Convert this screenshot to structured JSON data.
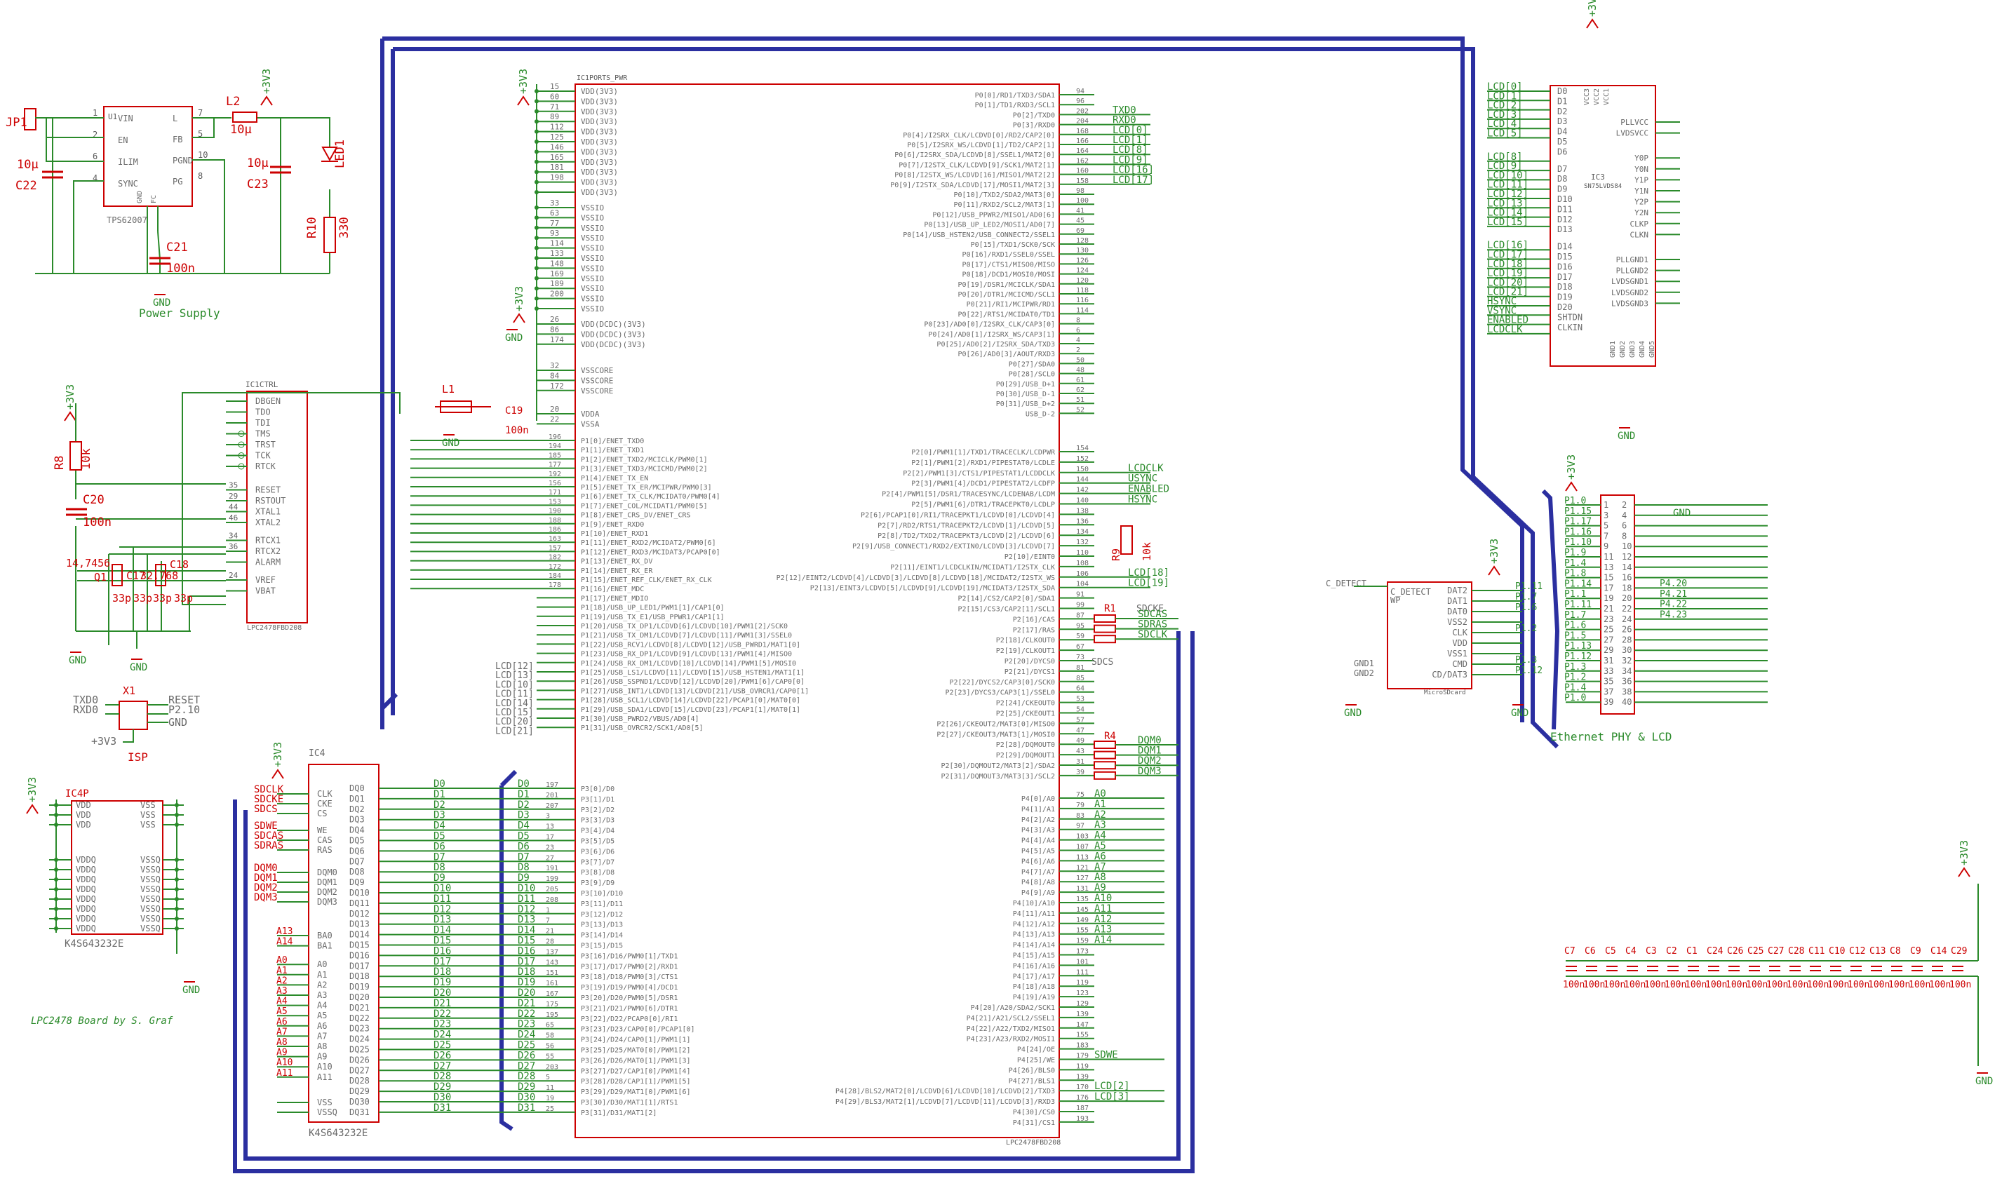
{
  "sections": {
    "power_supply": "Power Supply",
    "isp": "ISP",
    "ethernet_lcd": "Ethernet PHY & LCD",
    "board_credit": "LPC2478 Board by S. Graf"
  },
  "supply_labels": [
    "+3V3",
    "+3V3",
    "+3V3",
    "+3V3",
    "+3V3",
    "+3V3",
    "+3V3",
    "+3V3",
    "+3V3"
  ],
  "gnd_label": "GND",
  "power": {
    "ic": "TPS62007",
    "ic_ref": "U1",
    "pins_left": [
      "VIN",
      "EN",
      "ILIM",
      "SYNC"
    ],
    "pins_right": [
      "L",
      "FB",
      "PGND",
      "PG"
    ],
    "pins_bottom": [
      "GND",
      "FC"
    ],
    "pin_nums_left": [
      "1",
      "2",
      "6",
      "4"
    ],
    "pin_nums_right": [
      "7",
      "5",
      "10",
      "8"
    ],
    "jp": "JP1",
    "c22": "C22",
    "c22v": "10µ",
    "c21": "C21",
    "c21v": "100n",
    "l2": "L2",
    "l2v": "10µ",
    "c23": "C23",
    "c23v": "10µ",
    "led": "LED1",
    "r10": "R10",
    "r10v": "330"
  },
  "rtc": {
    "ic": "IC1CTRL",
    "pins": [
      "DBGEN",
      "TDO",
      "TDI",
      "TMS",
      "TRST",
      "TCK",
      "RTCK",
      "RESET",
      "RSTOUT",
      "XTAL1",
      "XTAL2",
      "RTCX1",
      "RTCX2",
      "ALARM",
      "VREF",
      "VBAT"
    ],
    "pin_nums": [
      "",
      "",
      "",
      "",
      "",
      "",
      "",
      "35",
      "29",
      "44",
      "46",
      "34",
      "36",
      "",
      "24",
      ""
    ],
    "chip_id": "LPC2478FBD208",
    "r8": "R8",
    "r8v": "10k",
    "c20": "C20",
    "c20v": "100n",
    "crystal": "14,7456",
    "q": "Q1",
    "c_labels": [
      "33p",
      "33p",
      "33p",
      "33p"
    ],
    "crystal2": "32,768",
    "c_refs": [
      "C17",
      "C18"
    ]
  },
  "isp_header": {
    "ref": "X1",
    "left": [
      "TXD0",
      "RXD0",
      "+3V3"
    ],
    "right": [
      "RESET",
      "P2.10",
      "GND"
    ]
  },
  "ic4p": {
    "ref": "IC4P",
    "left": [
      "VDD",
      "VDD",
      "VDD",
      "VDDQ",
      "VDDQ",
      "VDDQ",
      "VDDQ",
      "VDDQ",
      "VDDQ",
      "VDDQ",
      "VDDQ"
    ],
    "right": [
      "VSS",
      "VSS",
      "VSS",
      "VSSQ",
      "VSSQ",
      "VSSQ",
      "VSSQ",
      "VSSQ",
      "VSSQ",
      "VSSQ",
      "VSSQ"
    ],
    "part": "K4S643232E"
  },
  "sdram": {
    "ref": "IC4",
    "part": "K4S643232E",
    "ctrl_nets": [
      "SDCLK",
      "SDCKE",
      "SDCS",
      "SDWE",
      "SDCAS",
      "SDRAS",
      "DQM0",
      "DQM1",
      "DQM2",
      "DQM3"
    ],
    "ctrl_pins": [
      "CLK",
      "CKE",
      "CS",
      "WE",
      "CAS",
      "RAS",
      "DQM0",
      "DQM1",
      "DQM2",
      "DQM3"
    ],
    "addr_pins": [
      "BA0",
      "BA1",
      "A0",
      "A1",
      "A2",
      "A3",
      "A4",
      "A5",
      "A6",
      "A7",
      "A8",
      "A9",
      "A10",
      "A11"
    ],
    "addr_nets": [
      "A13",
      "A14",
      "A0",
      "A1",
      "A2",
      "A3",
      "A4",
      "A5",
      "A6",
      "A7",
      "A8",
      "A9",
      "A10",
      "A11"
    ],
    "vss": [
      "VSS",
      "VSSQ"
    ]
  },
  "mcu_pwr": {
    "title": "IC1PORTS_PWR",
    "vdd": [
      "VDD(3V3)",
      "VDD(3V3)",
      "VDD(3V3)",
      "VDD(3V3)",
      "VDD(3V3)",
      "VDD(3V3)",
      "VDD(3V3)",
      "VDD(3V3)",
      "VDD(3V3)",
      "VDD(3V3)",
      "VDD(3V3)"
    ],
    "vdd_pins": [
      "15",
      "60",
      "71",
      "89",
      "112",
      "125",
      "146",
      "165",
      "181",
      "198",
      ""
    ],
    "vssio": [
      "VSSIO",
      "VSSIO",
      "VSSIO",
      "VSSIO",
      "VSSIO",
      "VSSIO",
      "VSSIO",
      "VSSIO",
      "VSSIO",
      "VSSIO",
      "VSSIO"
    ],
    "vssio_pins": [
      "33",
      "63",
      "77",
      "93",
      "114",
      "133",
      "148",
      "169",
      "189",
      "200",
      ""
    ],
    "vddc": [
      "VDD(DCDC)(3V3)",
      "VDD(DCDC)(3V3)",
      "VDD(DCDC)(3V3)"
    ],
    "vddc_pins": [
      "26",
      "86",
      "174"
    ],
    "vsscore": [
      "VSSCORE",
      "VSSCORE",
      "VSSCORE"
    ],
    "vsscore_pins": [
      "32",
      "84",
      "172"
    ],
    "vdda": [
      "VDDA",
      "VSSA"
    ],
    "vdda_pins": [
      "20",
      "22"
    ],
    "l1": "L1",
    "c19": "C19",
    "c19v": "100n"
  },
  "mcu_p1": [
    "P1[0]/ENET_TXD0",
    "P1[1]/ENET_TXD1",
    "P1[2]/ENET_TXD2/MCICLK/PWM0[1]",
    "P1[3]/ENET_TXD3/MCICMD/PWM0[2]",
    "P1[4]/ENET_TX_EN",
    "P1[5]/ENET_TX_ER/MCIPWR/PWM0[3]",
    "P1[6]/ENET_TX_CLK/MCIDAT0/PWM0[4]",
    "P1[7]/ENET_COL/MCIDAT1/PWM0[5]",
    "P1[8]/ENET_CRS_DV/ENET_CRS",
    "P1[9]/ENET_RXD0",
    "P1[10]/ENET_RXD1",
    "P1[11]/ENET_RXD2/MCIDAT2/PWM0[6]",
    "P1[12]/ENET_RXD3/MCIDAT3/PCAP0[0]",
    "P1[13]/ENET_RX_DV",
    "P1[14]/ENET_RX_ER",
    "P1[15]/ENET_REF_CLK/ENET_RX_CLK",
    "P1[16]/ENET_MDC",
    "P1[17]/ENET_MDIO",
    "P1[18]/USB_UP_LED1/PWM1[1]/CAP1[0]",
    "P1[19]/USB_TX_E1/USB_PPWR1/CAP1[1]",
    "P1[20]/USB_TX_DP1/LCDVD[6]/LCDVD[10]/PWM1[2]/SCK0",
    "P1[21]/USB_TX_DM1/LCDVD[7]/LCDVD[11]/PWM1[3]/SSEL0",
    "P1[22]/USB_RCV1/LCDVD[8]/LCDVD[12]/USB_PWRD1/MAT1[0]",
    "P1[23]/USB_RX_DP1/LCDVD[9]/LCDVD[13]/PWM1[4]/MISO0",
    "P1[24]/USB_RX_DM1/LCDVD[10]/LCDVD[14]/PWM1[5]/MOSI0",
    "P1[25]/USB_LS1/LCDVD[11]/LCDVD[15]/USB_HSTEN1/MAT1[1]",
    "P1[26]/USB_SSPND1/LCDVD[12]/LCDVD[20]/PWM1[6]/CAP0[0]",
    "P1[27]/USB_INT1/LCDVD[13]/LCDVD[21]/USB_OVRCR1/CAP0[1]",
    "P1[28]/USB_SCL1/LCDVD[14]/LCDVD[22]/PCAP1[0]/MAT0[0]",
    "P1[29]/USB_SDA1/LCDVD[15]/LCDVD[23]/PCAP1[1]/MAT0[1]",
    "P1[30]/USB_PWRD2/VBUS/AD0[4]",
    "P1[31]/USB_OVRCR2/SCK1/AD0[5]"
  ],
  "mcu_p1_pins": [
    "196",
    "194",
    "185",
    "177",
    "192",
    "156",
    "171",
    "153",
    "190",
    "188",
    "186",
    "163",
    "157",
    "182",
    "172",
    "184",
    "178",
    "",
    "",
    "",
    "",
    "",
    "",
    "",
    "",
    "",
    "",
    "",
    "",
    "",
    "",
    ""
  ],
  "mcu_p1_nets": [
    "LCD[12]",
    "LCD[13]",
    "LCD[10]",
    "LCD[11]",
    "LCD[14]",
    "LCD[15]",
    "LCD[20]",
    "LCD[21]"
  ],
  "mcu_p3": [
    "P3[0]/D0",
    "P3[1]/D1",
    "P3[2]/D2",
    "P3[3]/D3",
    "P3[4]/D4",
    "P3[5]/D5",
    "P3[6]/D6",
    "P3[7]/D7",
    "P3[8]/D8",
    "P3[9]/D9",
    "P3[10]/D10",
    "P3[11]/D11",
    "P3[12]/D12",
    "P3[13]/D13",
    "P3[14]/D14",
    "P3[15]/D15",
    "P3[16]/D16/PWM0[1]/TXD1",
    "P3[17]/D17/PWM0[2]/RXD1",
    "P3[18]/D18/PWM0[3]/CTS1",
    "P3[19]/D19/PWM0[4]/DCD1",
    "P3[20]/D20/PWM0[5]/DSR1",
    "P3[21]/D21/PWM0[6]/DTR1",
    "P3[22]/D22/PCAP0[0]/RI1",
    "P3[23]/D23/CAP0[0]/PCAP1[0]",
    "P3[24]/D24/CAP0[1]/PWM1[1]",
    "P3[25]/D25/MAT0[0]/PWM1[2]",
    "P3[26]/D26/MAT0[1]/PWM1[3]",
    "P3[27]/D27/CAP1[0]/PWM1[4]",
    "P3[28]/D28/CAP1[1]/PWM1[5]",
    "P3[29]/D29/MAT1[0]/PWM1[6]",
    "P3[30]/D30/MAT1[1]/RTS1",
    "P3[31]/D31/MAT1[2]"
  ],
  "mcu_p3_pins": [
    "197",
    "201",
    "207",
    "3",
    "13",
    "17",
    "23",
    "27",
    "191",
    "199",
    "205",
    "208",
    "1",
    "7",
    "21",
    "28",
    "137",
    "143",
    "151",
    "161",
    "167",
    "175",
    "195",
    "65",
    "58",
    "56",
    "55",
    "203",
    "5",
    "11",
    "19",
    "25"
  ],
  "data_nets": [
    "D0",
    "D1",
    "D2",
    "D3",
    "D4",
    "D5",
    "D6",
    "D7",
    "D8",
    "D9",
    "D10",
    "D11",
    "D12",
    "D13",
    "D14",
    "D15",
    "D16",
    "D17",
    "D18",
    "D19",
    "D20",
    "D21",
    "D22",
    "D23",
    "D24",
    "D25",
    "D26",
    "D27",
    "D28",
    "D29",
    "D30",
    "D31"
  ],
  "sdram_dq": [
    "DQ0",
    "DQ1",
    "DQ2",
    "DQ3",
    "DQ4",
    "DQ5",
    "DQ6",
    "DQ7",
    "DQ8",
    "DQ9",
    "DQ10",
    "DQ11",
    "DQ12",
    "DQ13",
    "DQ14",
    "DQ15",
    "DQ16",
    "DQ17",
    "DQ18",
    "DQ19",
    "DQ20",
    "DQ21",
    "DQ22",
    "DQ23",
    "DQ24",
    "DQ25",
    "DQ26",
    "DQ27",
    "DQ28",
    "DQ29",
    "DQ30",
    "DQ31"
  ],
  "mcu_p0": [
    "P0[0]/RD1/TXD3/SDA1",
    "P0[1]/TD1/RXD3/SCL1",
    "P0[2]/TXD0",
    "P0[3]/RXD0",
    "P0[4]/I2SRX_CLK/LCDVD[0]/RD2/CAP2[0]",
    "P0[5]/I2SRX_WS/LCDVD[1]/TD2/CAP2[1]",
    "P0[6]/I2SRX_SDA/LCDVD[8]/SSEL1/MAT2[0]",
    "P0[7]/I2STX_CLK/LCDVD[9]/SCK1/MAT2[1]",
    "P0[8]/I2STX_WS/LCDVD[16]/MISO1/MAT2[2]",
    "P0[9]/I2STX_SDA/LCDVD[17]/MOSI1/MAT2[3]",
    "P0[10]/TXD2/SDA2/MAT3[0]",
    "P0[11]/RXD2/SCL2/MAT3[1]",
    "P0[12]/USB_PPWR2/MISO1/AD0[6]",
    "P0[13]/USB_UP_LED2/MOSI1/AD0[7]",
    "P0[14]/USB_HSTEN2/USB_CONNECT2/SSEL1",
    "P0[15]/TXD1/SCK0/SCK",
    "P0[16]/RXD1/SSEL0/SSEL",
    "P0[17]/CTS1/MISO0/MISO",
    "P0[18]/DCD1/MOSI0/MOSI",
    "P0[19]/DSR1/MCICLK/SDA1",
    "P0[20]/DTR1/MCICMD/SCL1",
    "P0[21]/RI1/MCIPWR/RD1",
    "P0[22]/RTS1/MCIDAT0/TD1",
    "P0[23]/AD0[0]/I2SRX_CLK/CAP3[0]",
    "P0[24]/AD0[1]/I2SRX_WS/CAP3[1]",
    "P0[25]/AD0[2]/I2SRX_SDA/TXD3",
    "P0[26]/AD0[3]/AOUT/RXD3",
    "P0[27]/SDA0",
    "P0[28]/SCL0",
    "P0[29]/USB_D+1",
    "P0[30]/USB_D-1",
    "P0[31]/USB_D+2",
    "USB_D-2"
  ],
  "mcu_p0_pins": [
    "94",
    "96",
    "202",
    "204",
    "168",
    "166",
    "164",
    "162",
    "160",
    "158",
    "98",
    "100",
    "41",
    "45",
    "69",
    "128",
    "130",
    "126",
    "124",
    "120",
    "118",
    "116",
    "114",
    "8",
    "6",
    "4",
    "2",
    "50",
    "48",
    "61",
    "62",
    "51",
    "52"
  ],
  "mcu_p0_nets": [
    "",
    "",
    "TXD0",
    "RXD0",
    "LCD[0]",
    "LCD[1]",
    "LCD[8]",
    "LCD[9]",
    "LCD[16]",
    "LCD[17]"
  ],
  "mcu_p2": [
    "P2[0]/PWM1[1]/TXD1/TRACECLK/LCDPWR",
    "P2[1]/PWM1[2]/RXD1/PIPESTAT0/LCDLE",
    "P2[2]/PWM1[3]/CTS1/PIPESTAT1/LCDDCLK",
    "P2[3]/PWM1[4]/DCD1/PIPESTAT2/LCDFP",
    "P2[4]/PWM1[5]/DSR1/TRACESYNC/LCDENAB/LCDM",
    "P2[5]/PWM1[6]/DTR1/TRACEPKT0/LCDLP",
    "P2[6]/PCAP1[0]/RI1/TRACEPKT1/LCDVD[0]/LCDVD[4]",
    "P2[7]/RD2/RTS1/TRACEPKT2/LCDVD[1]/LCDVD[5]",
    "P2[8]/TD2/TXD2/TRACEPKT3/LCDVD[2]/LCDVD[6]",
    "P2[9]/USB_CONNECT1/RXD2/EXTIN0/LCDVD[3]/LCDVD[7]",
    "P2[10]/EINT0",
    "P2[11]/EINT1/LCDCLKIN/MCIDAT1/I2STX_CLK",
    "P2[12]/EINT2/LCDVD[4]/LCDVD[3]/LCDVD[8]/LCDVD[18]/MCIDAT2/I2STX_WS",
    "P2[13]/EINT3/LCDVD[5]/LCDVD[9]/LCDVD[19]/MCIDAT3/I2STX_SDA",
    "P2[14]/CS2/CAP2[0]/SDA1",
    "P2[15]/CS3/CAP2[1]/SCL1",
    "P2[16]/CAS",
    "P2[17]/RAS",
    "P2[18]/CLKOUT0",
    "P2[19]/CLKOUT1",
    "P2[20]/DYCS0",
    "P2[21]/DYCS1",
    "P2[22]/DYCS2/CAP3[0]/SCK0",
    "P2[23]/DYCS3/CAP3[1]/SSEL0",
    "P2[24]/CKEOUT0",
    "P2[25]/CKEOUT1",
    "P2[26]/CKEOUT2/MAT3[0]/MISO0",
    "P2[27]/CKEOUT3/MAT3[1]/MOSI0",
    "P2[28]/DQMOUT0",
    "P2[29]/DQMOUT1",
    "P2[30]/DQMOUT2/MAT3[2]/SDA2",
    "P2[31]/DQMOUT3/MAT3[3]/SCL2"
  ],
  "mcu_p2_pins": [
    "154",
    "152",
    "150",
    "144",
    "142",
    "140",
    "138",
    "136",
    "134",
    "132",
    "110",
    "108",
    "106",
    "104",
    "91",
    "99",
    "87",
    "95",
    "59",
    "67",
    "73",
    "81",
    "85",
    "64",
    "53",
    "54",
    "57",
    "47",
    "49",
    "43",
    "31",
    "39"
  ],
  "mcu_p2_nets": [
    "",
    "",
    "LCDCLK",
    "USYNC",
    "ENABLED",
    "HSYNC",
    "",
    "",
    "",
    "",
    "",
    "",
    "LCD[18]",
    "LCD[19]"
  ],
  "mcu_p4": [
    "P4[0]/A0",
    "P4[1]/A1",
    "P4[2]/A2",
    "P4[3]/A3",
    "P4[4]/A4",
    "P4[5]/A5",
    "P4[6]/A6",
    "P4[7]/A7",
    "P4[8]/A8",
    "P4[9]/A9",
    "P4[10]/A10",
    "P4[11]/A11",
    "P4[12]/A12",
    "P4[13]/A13",
    "P4[14]/A14",
    "P4[15]/A15",
    "P4[16]/A16",
    "P4[17]/A17",
    "P4[18]/A18",
    "P4[19]/A19",
    "P4[20]/A20/SDA2/SCK1",
    "P4[21]/A21/SCL2/SSEL1",
    "P4[22]/A22/TXD2/MISO1",
    "P4[23]/A23/RXD2/MOSI1",
    "P4[24]/OE",
    "P4[25]/WE",
    "P4[26]/BLS0",
    "P4[27]/BLS1",
    "P4[28]/BLS2/MAT2[0]/LCDVD[6]/LCDVD[10]/LCDVD[2]/TXD3",
    "P4[29]/BLS3/MAT2[1]/LCDVD[7]/LCDVD[11]/LCDVD[3]/RXD3",
    "P4[30]/CS0",
    "P4[31]/CS1"
  ],
  "mcu_p4_pins": [
    "75",
    "79",
    "83",
    "97",
    "103",
    "107",
    "113",
    "121",
    "127",
    "131",
    "135",
    "145",
    "149",
    "155",
    "159",
    "173",
    "101",
    "111",
    "119",
    "123",
    "129",
    "139",
    "147",
    "155",
    "183",
    "179",
    "119",
    "139",
    "170",
    "176",
    "187",
    "193"
  ],
  "mcu_p4_nets": [
    "A0",
    "A1",
    "A2",
    "A3",
    "A4",
    "A5",
    "A6",
    "A7",
    "A8",
    "A9",
    "A10",
    "A11",
    "A12",
    "A13",
    "A14",
    "",
    "",
    "",
    "",
    "",
    "",
    "",
    "",
    "",
    "",
    "SDWE",
    "",
    "",
    "LCD[2]",
    "LCD[3]"
  ],
  "mcu_chip_id": "LPC2478FBD208",
  "r1": {
    "ref": "R1",
    "nets": [
      "SDCAS",
      "SDRAS",
      "SDCLK"
    ]
  },
  "r4": {
    "ref": "R4",
    "nets": [
      "DQM0",
      "DQM1",
      "DQM2",
      "DQM3"
    ]
  },
  "sdcke": "SDCKE",
  "sdcs": "SDCS",
  "r9": "R9",
  "r9v": "10k",
  "lcd_driver": {
    "ref": "IC3",
    "part": "SN75LVDS84",
    "left_nets": [
      "LCD[0]",
      "LCD[1]",
      "LCD[2]",
      "LCD[3]",
      "LCD[4]",
      "LCD[5]",
      "LCD[8]",
      "LCD[9]",
      "LCD[10]",
      "LCD[11]",
      "LCD[12]",
      "LCD[13]",
      "LCD[14]",
      "LCD[15]",
      "LCD[16]",
      "LCD[17]",
      "LCD[18]",
      "LCD[19]",
      "LCD[20]",
      "LCD[21]",
      "HSYNC",
      "VSYNC",
      "ENABLED",
      "LCDCLK"
    ],
    "left_pins": [
      "D0",
      "D1",
      "D2",
      "D3",
      "D4",
      "D5",
      "D6",
      "D7",
      "D8",
      "D9",
      "D10",
      "D11",
      "D12",
      "D13",
      "D14",
      "D15",
      "D16",
      "D17",
      "D18",
      "D19",
      "D20",
      "SHTDN",
      "CLKIN"
    ],
    "right_pins": [
      "PLLVCC",
      "LVDSVCC",
      "Y0P",
      "Y0N",
      "Y1P",
      "Y1N",
      "Y2P",
      "Y2N",
      "CLKP",
      "CLKN",
      "PLLGND1",
      "PLLGND2",
      "LVDSGND1",
      "LVDSGND2",
      "LVDSGND3"
    ],
    "top_pins": [
      "VCC3",
      "VCC2",
      "VCC1"
    ],
    "bottom_pins": [
      "GND1",
      "GND2",
      "GND3",
      "GND4",
      "GND5"
    ]
  },
  "card": {
    "ref": "C_DETECT",
    "left": [
      "C_DETECT",
      "WP",
      "GND1",
      "GND2"
    ],
    "right": [
      "DAT2",
      "DAT1",
      "DAT0",
      "VSS2",
      "CLK",
      "VDD",
      "VSS1",
      "CMD",
      "CD/DAT3"
    ],
    "nets": [
      "P1.11",
      "P1.7",
      "P1.6",
      "",
      "P1.2",
      "",
      "",
      "P1.3",
      "P1.12"
    ],
    "part": "MicroSDcard"
  },
  "eth_header": {
    "pins_left": [
      "1",
      "3",
      "5",
      "7",
      "9",
      "11",
      "13",
      "15",
      "17",
      "19",
      "21",
      "23",
      "25",
      "27",
      "29",
      "31",
      "33",
      "35",
      "37",
      "39"
    ],
    "pins_right": [
      "2",
      "4",
      "6",
      "8",
      "10",
      "12",
      "14",
      "16",
      "18",
      "20",
      "22",
      "24",
      "26",
      "28",
      "30",
      "32",
      "34",
      "36",
      "38",
      "40"
    ],
    "nets": [
      "P1.0",
      "P1.15",
      "P1.17",
      "P1.16",
      "P1.10",
      "P1.9",
      "P1.4",
      "P1.8",
      "P1.14",
      "P1.1",
      "P1.11",
      "P1.7",
      "P1.6",
      "P1.5",
      "P1.13",
      "P1.12",
      "P1.3",
      "P1.2",
      "P1.4",
      "P1.0"
    ],
    "lcd_nets": [
      "P4.20",
      "P4.21",
      "P4.22",
      "P4.23"
    ]
  },
  "decoupling": {
    "refs": [
      "C7",
      "C6",
      "C5",
      "C4",
      "C3",
      "C2",
      "C1",
      "C24",
      "C26",
      "C25",
      "C27",
      "C28",
      "C11",
      "C10",
      "C12",
      "C13",
      "C8",
      "C9",
      "C14",
      "C29"
    ],
    "values": [
      "100n",
      "100n",
      "100n",
      "100n",
      "100n",
      "100n",
      "100n",
      "100n",
      "100n",
      "100n",
      "100n",
      "100n",
      "100n",
      "100n",
      "100n",
      "100n",
      "100n",
      "100n",
      "100n",
      "100n"
    ]
  }
}
